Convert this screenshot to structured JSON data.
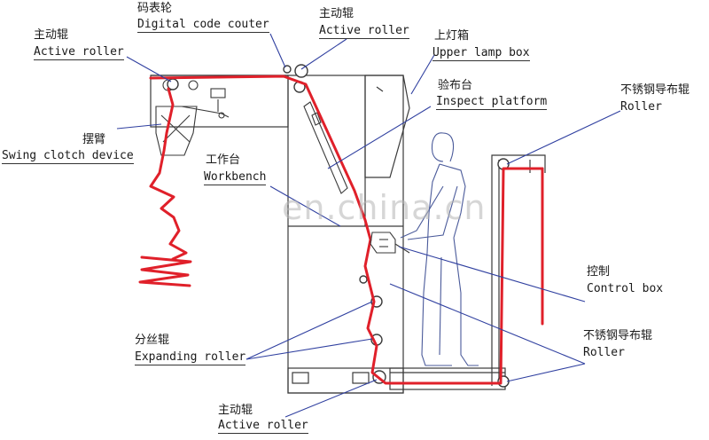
{
  "labels": {
    "digital_code_counter_zh": "码表轮",
    "digital_code_counter_en": "Digital code couter",
    "active_roller_top_zh": "主动辊",
    "active_roller_top_en": "Active roller",
    "active_roller_left_zh": "主动辊",
    "active_roller_left_en": "Active roller",
    "upper_lamp_box_zh": "上灯箱",
    "upper_lamp_box_en": "Upper lamp box",
    "inspect_platform_zh": "验布台",
    "inspect_platform_en": "Inspect platform",
    "swing_cloth_device_zh": "摆臂",
    "swing_cloth_device_en": "Swing clotch device",
    "workbench_zh": "工作台",
    "workbench_en": "Workbench",
    "roller_right_top_zh": "不锈钢导布辊",
    "roller_right_top_en": "Roller",
    "control_box_zh": "控制",
    "control_box_en": "Control box",
    "expanding_roller_zh": "分丝辊",
    "expanding_roller_en": "Expanding roller",
    "roller_right_bottom_zh": "不锈钢导布辊",
    "roller_right_bottom_en": "Roller",
    "active_roller_bottom_zh": "主动辊",
    "active_roller_bottom_en": "Active roller"
  },
  "watermark": "en.china.cn",
  "colors": {
    "fabric": "#e0202a",
    "machine": "#3a3a3a",
    "leader": "#3040a0",
    "person": "#4a5a9a"
  }
}
